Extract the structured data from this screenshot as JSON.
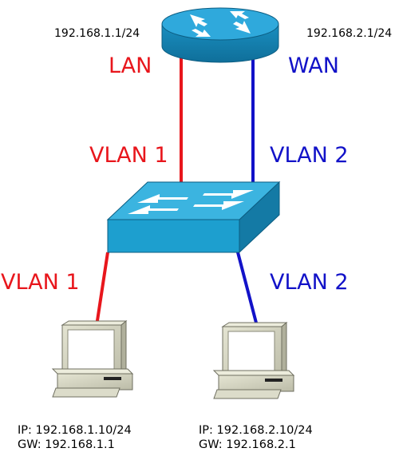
{
  "router": {
    "lan_ip": "192.168.1.1/24",
    "wan_ip": "192.168.2.1/24",
    "lan_label": "LAN",
    "wan_label": "WAN"
  },
  "uplinks": {
    "lan_vlan": "VLAN 1",
    "wan_vlan": "VLAN 2"
  },
  "downlinks": {
    "left_vlan": "VLAN 1",
    "right_vlan": "VLAN 2"
  },
  "hosts": [
    {
      "ip": "IP: 192.168.1.10/24",
      "gw": "GW: 192.168.1.1"
    },
    {
      "ip": "IP: 192.168.2.10/24",
      "gw": "GW: 192.168.2.1"
    }
  ],
  "colors": {
    "vlan1": "#e8161c",
    "vlan2": "#1212c8",
    "device": "#1d9fcf",
    "device_top": "#3bb4e0",
    "device_side": "#147aa5",
    "pc_body": "#d6d6c2"
  }
}
